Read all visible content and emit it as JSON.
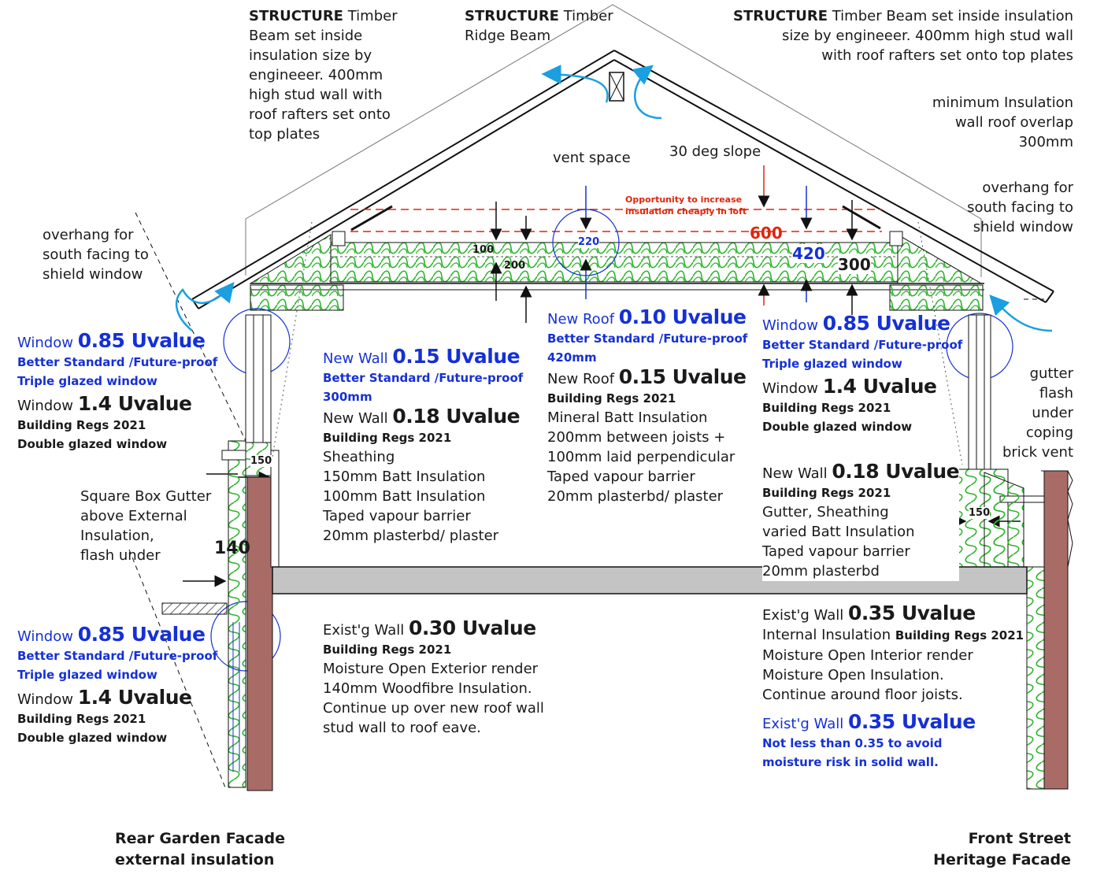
{
  "structure_left": {
    "head": "STRUCTURE",
    "lines": [
      "Timber",
      "Beam set inside",
      "insulation size by",
      "engineeer. 400mm",
      "high stud wall with",
      "roof rafters set onto",
      "top plates"
    ]
  },
  "structure_ridge": {
    "head": "STRUCTURE",
    "lines": [
      "Timber",
      "Ridge Beam"
    ]
  },
  "structure_right": {
    "head": "STRUCTURE",
    "lines": [
      "Timber Beam set inside insulation",
      "size by engineeer. 400mm high stud wall",
      "with roof rafters set onto top plates"
    ]
  },
  "min_insulation": [
    "minimum Insulation",
    "wall roof overlap",
    "300mm"
  ],
  "vent_space": "vent space",
  "slope": "30 deg slope",
  "overhang_right": [
    "overhang for",
    "south facing to",
    "shield window"
  ],
  "overhang_left": [
    "overhang for",
    "south facing to",
    "shield window"
  ],
  "opportunity": [
    "Opportunity to increase",
    "insulation cheaply in loft"
  ],
  "dims": {
    "d600": "600",
    "d420": "420",
    "d300": "300",
    "d220": "220",
    "d100": "100",
    "d200": "200",
    "d150a": "150",
    "d150b": "150",
    "d140": "140"
  },
  "gutter": [
    "gutter",
    "flash",
    "under",
    "coping",
    "brick vent"
  ],
  "box_gutter": [
    "Square Box Gutter",
    "above External",
    "Insulation,",
    "flash under"
  ],
  "window_left_top": {
    "label1": "Window",
    "val1": "0.85 Uvalue",
    "sub1": [
      "Better Standard /Future-proof",
      "Triple glazed window"
    ],
    "label2": "Window",
    "val2": "1.4 Uvalue",
    "sub2": [
      "Building Regs 2021",
      "Double glazed window"
    ]
  },
  "window_left_bottom": {
    "label1": "Window",
    "val1": "0.85 Uvalue",
    "sub1": [
      "Better Standard /Future-proof",
      "Triple glazed window"
    ],
    "label2": "Window",
    "val2": "1.4 Uvalue",
    "sub2": [
      "Building Regs 2021",
      "Double glazed window"
    ]
  },
  "window_right": {
    "label1": "Window",
    "val1": "0.85 Uvalue",
    "sub1": [
      "Better Standard /Future-proof",
      "Triple glazed window"
    ],
    "label2": "Window",
    "val2": "1.4 Uvalue",
    "sub2": [
      "Building Regs 2021",
      "Double glazed window"
    ]
  },
  "new_wall_left": {
    "label1": "New Wall",
    "val1": "0.15 Uvalue",
    "sub1": [
      "Better Standard /Future-proof",
      "300mm"
    ],
    "label2": "New Wall",
    "val2": "0.18 Uvalue",
    "sub2": [
      "Building Regs 2021"
    ],
    "lines": [
      "Sheathing",
      "150mm Batt Insulation",
      "100mm Batt Insulation",
      "Taped vapour barrier",
      "20mm plasterbd/ plaster"
    ]
  },
  "new_roof": {
    "label1": "New Roof",
    "val1": "0.10 Uvalue",
    "sub1": [
      "Better Standard /Future-proof",
      "420mm"
    ],
    "label2": "New Roof",
    "val2": "0.15 Uvalue",
    "sub2": [
      "Building Regs 2021"
    ],
    "lines": [
      "Mineral Batt Insulation",
      "200mm between joists +",
      "100mm laid perpendicular",
      "Taped vapour barrier",
      "20mm plasterbd/ plaster"
    ]
  },
  "new_wall_right": {
    "label": "New Wall",
    "val": "0.18 Uvalue",
    "sub": [
      "Building Regs 2021"
    ],
    "lines": [
      "Gutter, Sheathing",
      "varied Batt Insulation",
      "Taped vapour barrier",
      "20mm plasterbd"
    ]
  },
  "exist_wall_left": {
    "label": "Exist'g Wall",
    "val": "0.30 Uvalue",
    "sub": [
      "Building Regs 2021"
    ],
    "lines": [
      "Moisture Open Exterior render",
      "140mm Woodfibre Insulation.",
      "Continue up over new roof wall",
      "stud wall to roof eave."
    ]
  },
  "exist_wall_right": {
    "label": "Exist'g Wall",
    "val": "0.35 Uvalue",
    "line1a": "Internal Insulation",
    "line1b": "Building Regs 2021",
    "lines": [
      "Moisture Open Interior render",
      "Moisture Open Insulation.",
      "Continue around floor joists."
    ]
  },
  "exist_wall_right_blue": {
    "label": "Exist'g Wall",
    "val": "0.35 Uvalue",
    "sub": [
      "Not less than 0.35 to avoid",
      "moisture risk in solid wall."
    ]
  },
  "facade_left": [
    "Rear Garden Facade",
    "external insulation"
  ],
  "facade_right": [
    "Front Street",
    "Heritage Facade"
  ],
  "colors": {
    "insulation": "#2db52d",
    "brick": "#a86b66",
    "blue": "#1530d6",
    "red": "#e0250c",
    "arrow": "#1a9fe0",
    "floor": "#c4c4c4"
  }
}
